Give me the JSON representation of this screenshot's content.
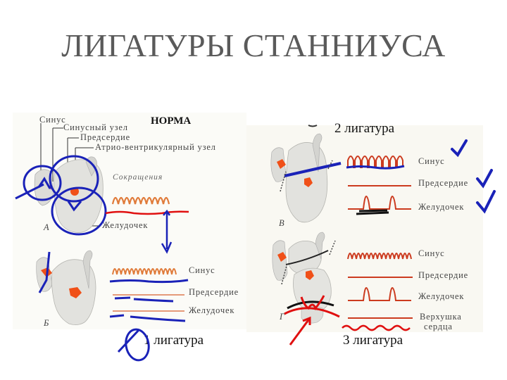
{
  "slide": {
    "title": "ЛИГАТУРЫ СТАННИУСА"
  },
  "colors": {
    "title": "#5a5a5a",
    "wave_orange": "#e07b3a",
    "wave_red": "#cc3b1f",
    "annotation_blue": "#1a22b8",
    "annotation_red": "#e01010",
    "heart_gray": "#d8d8d6",
    "node_red": "#f05018"
  },
  "diagram_a": {
    "heading": "НОРМА",
    "panel_letter": "А",
    "labels": {
      "sinus": "Синус",
      "sinus_node": "Синусный узел",
      "atrium": "Предсердие",
      "av_node": "Атрио-вентрикулярный узел",
      "contractions": "Сокращения",
      "ventricle": "Желудочек"
    }
  },
  "diagram_b": {
    "panel_letter": "Б",
    "caption": "1 лигатура",
    "traces": [
      {
        "label": "Синус",
        "state": "rhythmic"
      },
      {
        "label": "Предсердие",
        "state": "flat"
      },
      {
        "label": "Желудочек",
        "state": "flat"
      }
    ]
  },
  "diagram_v": {
    "panel_letter": "В",
    "caption": "2 лигатура",
    "traces": [
      {
        "label": "Синус",
        "state": "rhythmic"
      },
      {
        "label": "Предсердие",
        "state": "flat"
      },
      {
        "label": "Желудочек",
        "state": "rare-beats"
      }
    ]
  },
  "diagram_g": {
    "panel_letter": "Г",
    "caption": "3 лигатура",
    "traces": [
      {
        "label": "Синус",
        "state": "rhythmic"
      },
      {
        "label": "Предсердие",
        "state": "flat"
      },
      {
        "label": "Желудочек",
        "state": "rare-beats"
      },
      {
        "label": "Верхушка сердца",
        "label_line1": "Верхушка",
        "label_line2": "сердца",
        "state": "flat"
      }
    ]
  }
}
